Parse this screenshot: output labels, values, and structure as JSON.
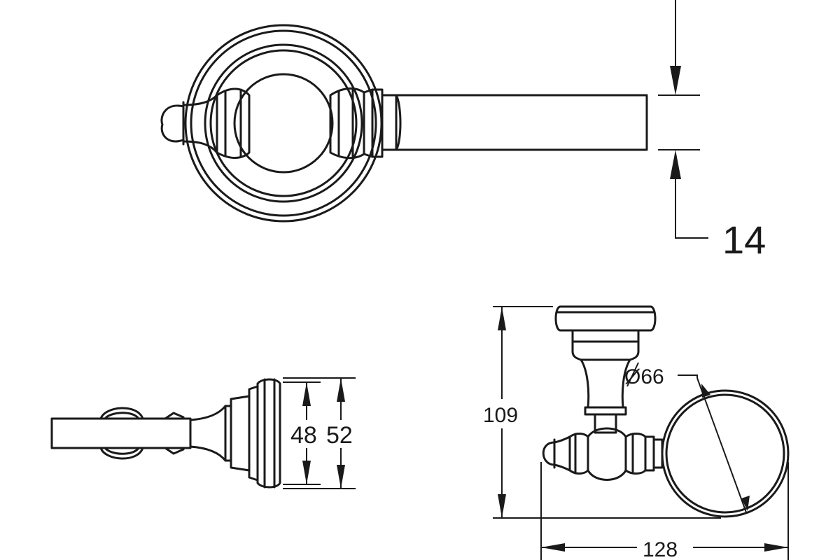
{
  "dimensions": {
    "d14": "14",
    "d48": "48",
    "d52": "52",
    "d109": "109",
    "d66": "Ø66",
    "d128": "128"
  },
  "colors": {
    "line": "#1a1a1a",
    "background": "#ffffff"
  }
}
